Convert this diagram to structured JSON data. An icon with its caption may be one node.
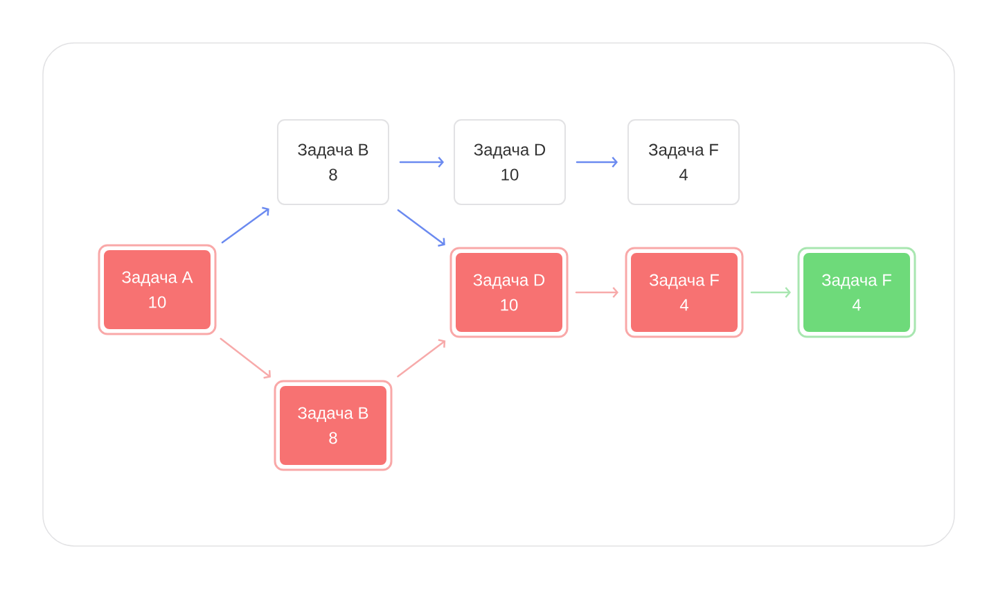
{
  "diagram": {
    "nodes": [
      {
        "text": [
          "Задача A",
          "10"
        ]
      },
      {
        "text": [
          "Задача B",
          "8"
        ]
      },
      {
        "text": [
          "Задача D",
          "10"
        ]
      },
      {
        "text": [
          "Задача F",
          "4"
        ]
      },
      {
        "text": [
          "Задача B",
          "8"
        ]
      },
      {
        "text": [
          "Задача D",
          "10"
        ]
      },
      {
        "text": [
          "Задача F",
          "4"
        ]
      },
      {
        "text": [
          "Задача F",
          "4"
        ]
      }
    ],
    "edges": [
      {
        "from": 0,
        "to": 1,
        "arrow": "to",
        "color": "#6b8af0"
      },
      {
        "from": 1,
        "to": 2,
        "arrow": "to",
        "color": "#6b8af0"
      },
      {
        "from": 2,
        "to": 3,
        "arrow": "to",
        "color": "#6b8af0"
      },
      {
        "from": 1,
        "to": 5,
        "arrow": "to",
        "color": "#6b8af0"
      },
      {
        "from": 0,
        "to": 4,
        "arrow": "to",
        "color": "#f7aaaa"
      },
      {
        "from": 4,
        "to": 5,
        "arrow": "to",
        "color": "#f7aaaa"
      },
      {
        "from": 5,
        "to": 6,
        "arrow": "to",
        "color": "#f7aaaa"
      },
      {
        "from": 6,
        "to": 7,
        "arrow": "to",
        "color": "#a8e6b0"
      }
    ]
  }
}
